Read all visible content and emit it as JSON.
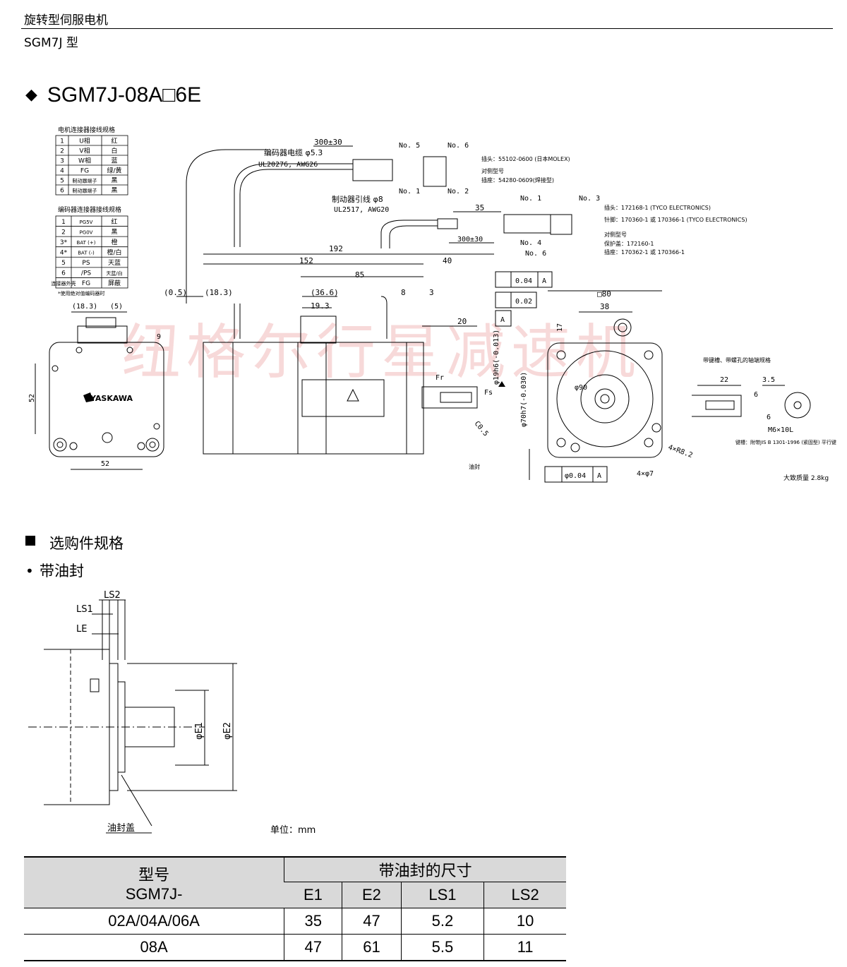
{
  "header": {
    "category": "旋转型伺服电机",
    "series": "SGM7J 型"
  },
  "main_title": "SGM7J-08A□6E",
  "motor_connector_table": {
    "title": "电机连接器接线规格",
    "rows": [
      [
        "1",
        "U相",
        "红"
      ],
      [
        "2",
        "V相",
        "白"
      ],
      [
        "3",
        "W相",
        "蓝"
      ],
      [
        "4",
        "FG",
        "绿/黄"
      ],
      [
        "5",
        "制动器端子",
        "黑"
      ],
      [
        "6",
        "制动器端子",
        "黑"
      ]
    ]
  },
  "encoder_connector_table": {
    "title": "编码器连接器接线规格",
    "rows": [
      [
        "1",
        "PG5V",
        "红"
      ],
      [
        "2",
        "PG0V",
        "黑"
      ],
      [
        "3*",
        "BAT (+)",
        "橙"
      ],
      [
        "4*",
        "BAT (-)",
        "橙/白"
      ],
      [
        "5",
        "PS",
        "天蓝"
      ],
      [
        "6",
        "/PS",
        "天蓝/白"
      ],
      [
        "连接器外壳",
        "FG",
        "屏蔽"
      ]
    ],
    "note": "*使用绝对值编码器时"
  },
  "encoder_cable": {
    "label": "编码器电缆 φ5.3",
    "spec": "UL20276, AWG26",
    "length": "300±30"
  },
  "brake_cable": {
    "label": "制动器引线 φ8",
    "spec": "UL2517, AWG20",
    "length": "300±30",
    "pin_dim": "35"
  },
  "encoder_connector_info": {
    "pins": [
      "No. 5",
      "No. 6",
      "No. 1",
      "No. 2"
    ],
    "plug": "插头：55102-0600 (日本MOLEX)",
    "mating_label": "对侧型号",
    "mating": "插座：54280-0609(焊接型)"
  },
  "brake_connector_info": {
    "pins": [
      "No. 1",
      "No. 3",
      "No. 4",
      "No. 6"
    ],
    "plug": "插头：172168-1 (TYCO ELECTRONICS)",
    "pin": "针脚：170360-1 或 170366-1 (TYCO ELECTRONICS)",
    "mating_label": "对侧型号",
    "cover": "保护盖：172160-1",
    "socket": "插座：170362-1 或 170366-1"
  },
  "dimensions": {
    "d192": "192",
    "d152": "152",
    "d40": "40",
    "d85": "85",
    "d0_5": "(0.5)",
    "d18_3": "(18.3)",
    "d36_6": "(36.6)",
    "d19_3": "19.3",
    "d8": "8",
    "d3": "3",
    "d20": "20",
    "front_18_3": "(18.3)",
    "front_5": "(5)",
    "front_52v": "52",
    "front_52h": "52",
    "front_9": "9",
    "shaft": "φ19h6(-0.013)",
    "spigot": "φ70h7(-0.030)",
    "chamfer": "C0.5",
    "sq80": "□80",
    "d38": "38",
    "d17": "17",
    "d90": "φ90",
    "r8_2": "4×R8.2",
    "holes": "4×φ7",
    "tol1": "0.04",
    "tol2": "0.02",
    "tol3": "φ0.04",
    "datum": "A",
    "fr": "Fr",
    "fs": "Fs",
    "oil_seal": "油封"
  },
  "brand": "YASKAWA",
  "shaft_end": {
    "title": "带键槽、带螺孔的轴端规格",
    "d22": "22",
    "d3_5": "3.5",
    "d6a": "6",
    "d6b": "6",
    "thread": "M6×10L",
    "key": "键槽：附带JIS B 1301-1996 (紧固型) 平行键"
  },
  "mass": "大致质量 2.8kg",
  "watermark": "纽格尔行星减速机",
  "options": {
    "heading": "选购件规格",
    "item": "带油封",
    "labels": {
      "ls2": "LS2",
      "ls1": "LS1",
      "le": "LE",
      "e1": "φE1",
      "e2": "φE2",
      "cap": "油封盖"
    },
    "unit": "单位：mm"
  },
  "spec_table": {
    "model_header": "型号",
    "model_sub": "SGM7J-",
    "group_header": "带油封的尺寸",
    "columns": [
      "E1",
      "E2",
      "LS1",
      "LS2"
    ],
    "rows": [
      {
        "model": "02A/04A/06A",
        "values": [
          "35",
          "47",
          "5.2",
          "10"
        ]
      },
      {
        "model": "08A",
        "values": [
          "47",
          "61",
          "5.5",
          "11"
        ]
      }
    ]
  }
}
